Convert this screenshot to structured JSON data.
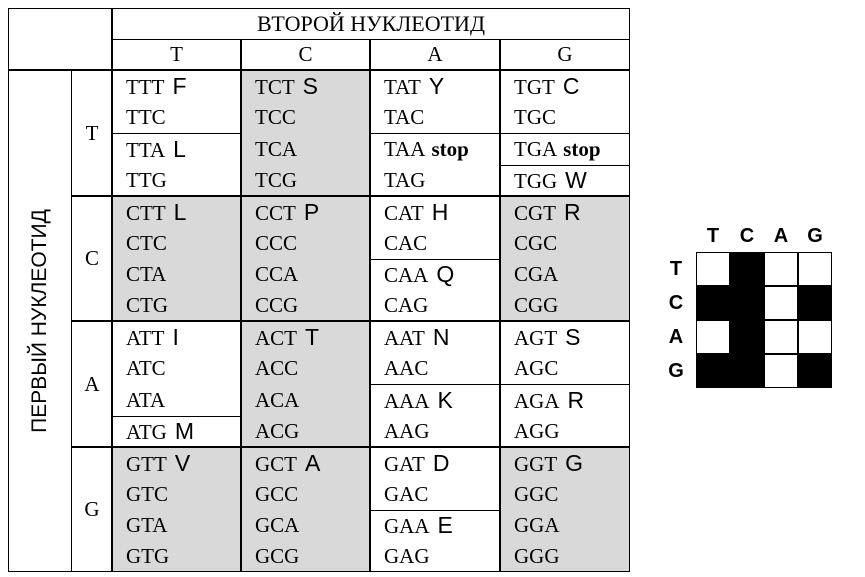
{
  "table": {
    "title_second": "ВТОРОЙ НУКЛЕОТИД",
    "title_first": "ПЕРВЫЙ НУКЛЕОТИД",
    "col_bases": [
      "T",
      "C",
      "A",
      "G"
    ],
    "row_bases": [
      "T",
      "C",
      "A",
      "G"
    ],
    "rows": [
      [
        [
          {
            "codon": "TTT",
            "aa": "F"
          },
          {
            "codon": "TTC",
            "aa": ""
          },
          {
            "codon": "TTA",
            "aa": "L"
          },
          {
            "codon": "TTG",
            "aa": ""
          }
        ],
        [
          {
            "codon": "TCT",
            "aa": "S"
          },
          {
            "codon": "TCC",
            "aa": ""
          },
          {
            "codon": "TCA",
            "aa": ""
          },
          {
            "codon": "TCG",
            "aa": ""
          }
        ],
        [
          {
            "codon": "TAT",
            "aa": "Y"
          },
          {
            "codon": "TAC",
            "aa": ""
          },
          {
            "codon": "TAA",
            "aa": "stop"
          },
          {
            "codon": "TAG",
            "aa": ""
          }
        ],
        [
          {
            "codon": "TGT",
            "aa": "C"
          },
          {
            "codon": "TGC",
            "aa": ""
          },
          {
            "codon": "TGA",
            "aa": "stop"
          },
          {
            "codon": "TGG",
            "aa": "W"
          }
        ]
      ],
      [
        [
          {
            "codon": "CTT",
            "aa": "L"
          },
          {
            "codon": "CTC",
            "aa": ""
          },
          {
            "codon": "CTA",
            "aa": ""
          },
          {
            "codon": "CTG",
            "aa": ""
          }
        ],
        [
          {
            "codon": "CCT",
            "aa": "P"
          },
          {
            "codon": "CCC",
            "aa": ""
          },
          {
            "codon": "CCA",
            "aa": ""
          },
          {
            "codon": "CCG",
            "aa": ""
          }
        ],
        [
          {
            "codon": "CAT",
            "aa": "H"
          },
          {
            "codon": "CAC",
            "aa": ""
          },
          {
            "codon": "CAA",
            "aa": "Q"
          },
          {
            "codon": "CAG",
            "aa": ""
          }
        ],
        [
          {
            "codon": "CGT",
            "aa": "R"
          },
          {
            "codon": "CGC",
            "aa": ""
          },
          {
            "codon": "CGA",
            "aa": ""
          },
          {
            "codon": "CGG",
            "aa": ""
          }
        ]
      ],
      [
        [
          {
            "codon": "ATT",
            "aa": "I"
          },
          {
            "codon": "ATC",
            "aa": ""
          },
          {
            "codon": "ATA",
            "aa": ""
          },
          {
            "codon": "ATG",
            "aa": "M"
          }
        ],
        [
          {
            "codon": "ACT",
            "aa": "T"
          },
          {
            "codon": "ACC",
            "aa": ""
          },
          {
            "codon": "ACA",
            "aa": ""
          },
          {
            "codon": "ACG",
            "aa": ""
          }
        ],
        [
          {
            "codon": "AAT",
            "aa": "N"
          },
          {
            "codon": "AAC",
            "aa": ""
          },
          {
            "codon": "AAA",
            "aa": "K"
          },
          {
            "codon": "AAG",
            "aa": ""
          }
        ],
        [
          {
            "codon": "AGT",
            "aa": "S"
          },
          {
            "codon": "AGC",
            "aa": ""
          },
          {
            "codon": "AGA",
            "aa": "R"
          },
          {
            "codon": "AGG",
            "aa": ""
          }
        ]
      ],
      [
        [
          {
            "codon": "GTT",
            "aa": "V"
          },
          {
            "codon": "GTC",
            "aa": ""
          },
          {
            "codon": "GTA",
            "aa": ""
          },
          {
            "codon": "GTG",
            "aa": ""
          }
        ],
        [
          {
            "codon": "GCT",
            "aa": "A"
          },
          {
            "codon": "GCC",
            "aa": ""
          },
          {
            "codon": "GCA",
            "aa": ""
          },
          {
            "codon": "GCG",
            "aa": ""
          }
        ],
        [
          {
            "codon": "GAT",
            "aa": "D"
          },
          {
            "codon": "GAC",
            "aa": ""
          },
          {
            "codon": "GAA",
            "aa": "E"
          },
          {
            "codon": "GAG",
            "aa": ""
          }
        ],
        [
          {
            "codon": "GGT",
            "aa": "G"
          },
          {
            "codon": "GGC",
            "aa": ""
          },
          {
            "codon": "GGA",
            "aa": ""
          },
          {
            "codon": "GGG",
            "aa": ""
          }
        ]
      ]
    ],
    "shaded_blocks": [
      [
        false,
        true,
        false,
        false
      ],
      [
        true,
        true,
        false,
        true
      ],
      [
        false,
        true,
        false,
        false
      ],
      [
        true,
        true,
        false,
        true
      ]
    ],
    "shade_color": "#d9d9d9"
  },
  "mini_grid": {
    "col_labels": [
      "T",
      "C",
      "A",
      "G"
    ],
    "row_labels": [
      "T",
      "C",
      "A",
      "G"
    ],
    "cells": [
      [
        0,
        1,
        0,
        0
      ],
      [
        1,
        1,
        0,
        1
      ],
      [
        0,
        1,
        0,
        0
      ],
      [
        1,
        1,
        0,
        1
      ]
    ],
    "fill_color": "#000000",
    "empty_color": "#ffffff"
  }
}
